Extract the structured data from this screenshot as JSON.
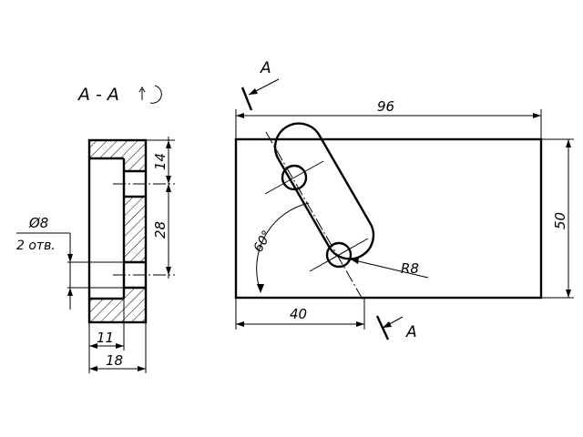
{
  "section": {
    "label": "А - А",
    "dim_14": "14",
    "dim_28": "28",
    "dim_11": "11",
    "dim_18": "18",
    "hole_diameter": "Ø8",
    "hole_count": "2 отв."
  },
  "plan": {
    "dim_96": "96",
    "dim_50": "50",
    "dim_40": "40",
    "radius": "R8",
    "angle": "60°",
    "cut_label_top": "А",
    "cut_label_bottom": "А"
  }
}
